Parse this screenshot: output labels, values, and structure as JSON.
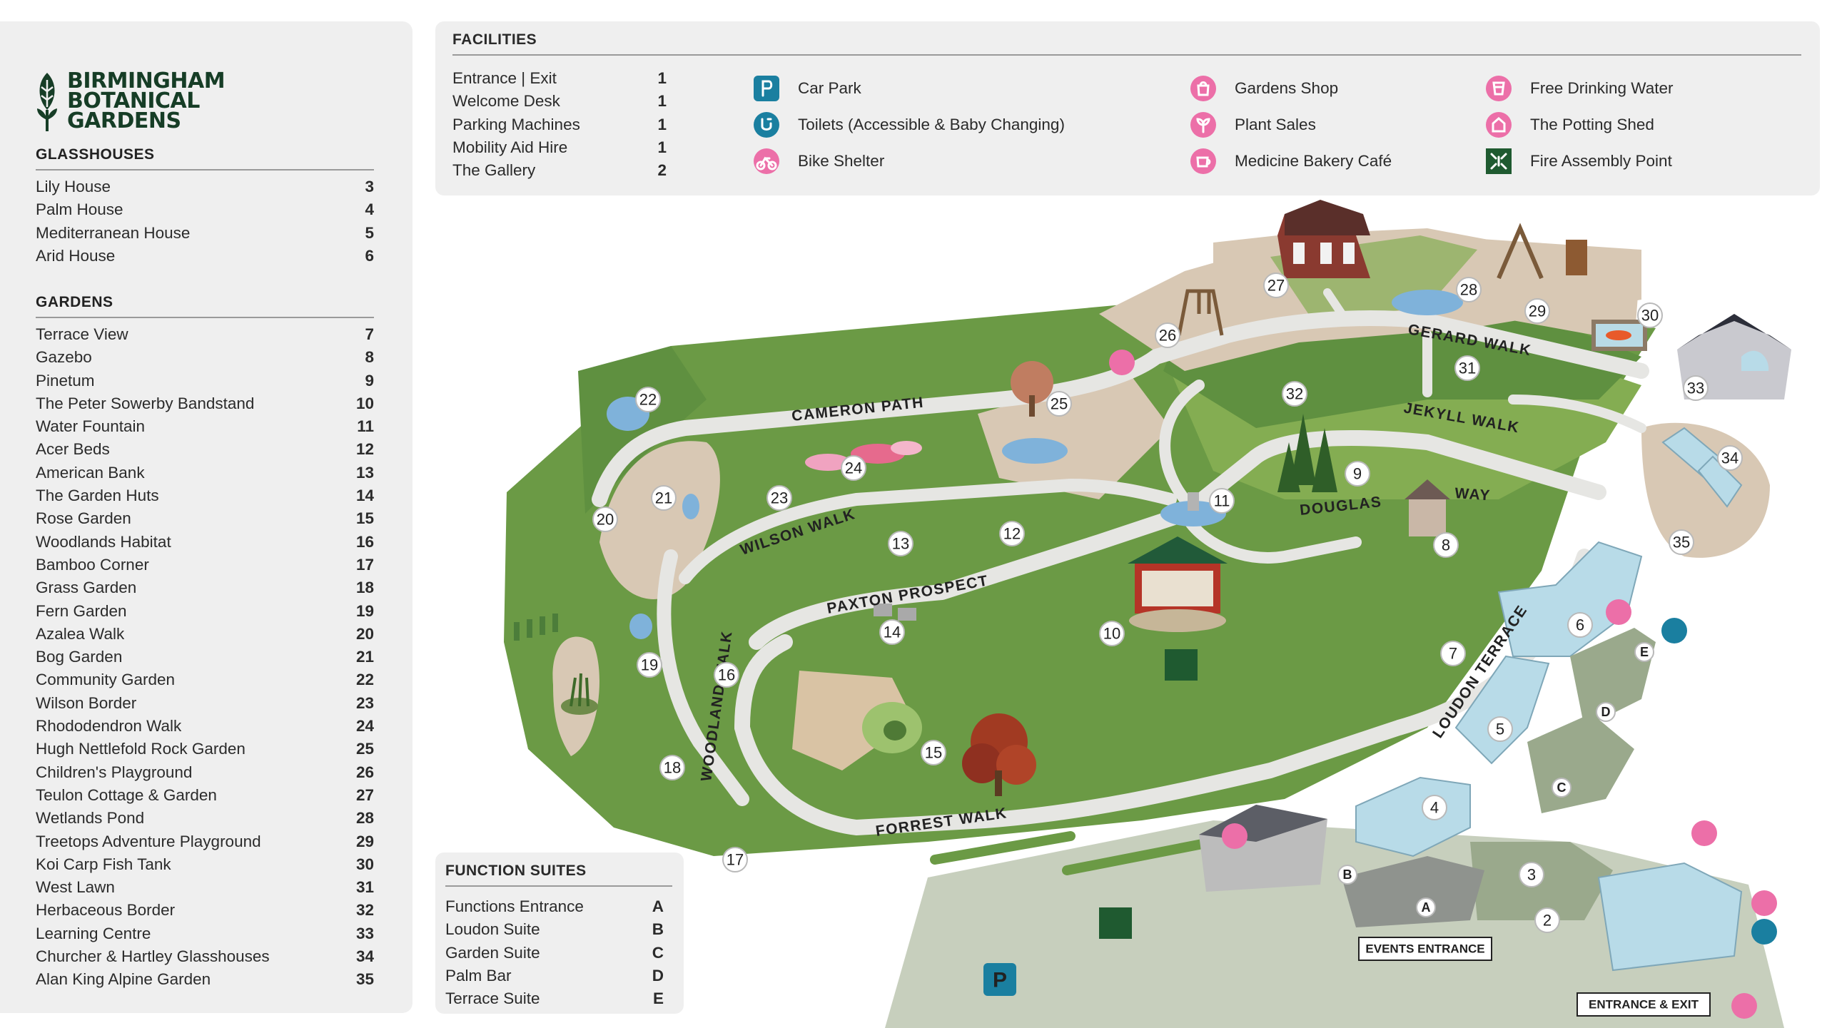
{
  "logo": {
    "line1": "BIRMINGHAM",
    "line2": "BOTANICAL",
    "line3": "GARDENS"
  },
  "glasshouses": {
    "title": "GLASSHOUSES",
    "items": [
      {
        "label": "Lily House",
        "num": "3"
      },
      {
        "label": "Palm House",
        "num": "4"
      },
      {
        "label": "Mediterranean House",
        "num": "5"
      },
      {
        "label": "Arid House",
        "num": "6"
      }
    ]
  },
  "gardens": {
    "title": "GARDENS",
    "items": [
      {
        "label": "Terrace View",
        "num": "7"
      },
      {
        "label": "Gazebo",
        "num": "8"
      },
      {
        "label": "Pinetum",
        "num": "9"
      },
      {
        "label": "The Peter Sowerby Bandstand",
        "num": "10"
      },
      {
        "label": "Water Fountain",
        "num": "11"
      },
      {
        "label": "Acer Beds",
        "num": "12"
      },
      {
        "label": "American Bank",
        "num": "13"
      },
      {
        "label": "The Garden Huts",
        "num": "14"
      },
      {
        "label": "Rose Garden",
        "num": "15"
      },
      {
        "label": "Woodlands Habitat",
        "num": "16"
      },
      {
        "label": "Bamboo Corner",
        "num": "17"
      },
      {
        "label": "Grass Garden",
        "num": "18"
      },
      {
        "label": "Fern Garden",
        "num": "19"
      },
      {
        "label": "Azalea Walk",
        "num": "20"
      },
      {
        "label": "Bog Garden",
        "num": "21"
      },
      {
        "label": "Community Garden",
        "num": "22"
      },
      {
        "label": "Wilson Border",
        "num": "23"
      },
      {
        "label": "Rhododendron Walk",
        "num": "24"
      },
      {
        "label": "Hugh Nettlefold Rock Garden",
        "num": "25"
      },
      {
        "label": "Children's Playground",
        "num": "26"
      },
      {
        "label": "Teulon Cottage & Garden",
        "num": "27"
      },
      {
        "label": "Wetlands Pond",
        "num": "28"
      },
      {
        "label": "Treetops Adventure Playground",
        "num": "29"
      },
      {
        "label": "Koi Carp Fish Tank",
        "num": "30"
      },
      {
        "label": "West Lawn",
        "num": "31"
      },
      {
        "label": "Herbaceous Border",
        "num": "32"
      },
      {
        "label": "Learning Centre",
        "num": "33"
      },
      {
        "label": "Churcher & Hartley Glasshouses",
        "num": "34"
      },
      {
        "label": "Alan King Alpine Garden",
        "num": "35"
      }
    ]
  },
  "facilities": {
    "title": "FACILITIES",
    "items": [
      {
        "label": "Entrance | Exit",
        "num": "1"
      },
      {
        "label": "Welcome Desk",
        "num": "1"
      },
      {
        "label": "Parking Machines",
        "num": "1"
      },
      {
        "label": "Mobility Aid Hire",
        "num": "1"
      },
      {
        "label": "The Gallery",
        "num": "2"
      }
    ],
    "legend_col1": [
      {
        "label": "Car Park",
        "icon": "parking-icon",
        "color": "#1a7fa0"
      },
      {
        "label": "Toilets (Accessible & Baby Changing)",
        "icon": "toilet-icon",
        "color": "#1a7fa0"
      },
      {
        "label": "Bike Shelter",
        "icon": "bike-icon",
        "color": "#ec6fa8"
      }
    ],
    "legend_col2": [
      {
        "label": "Gardens Shop",
        "icon": "shop-bag-icon",
        "color": "#ec6fa8"
      },
      {
        "label": "Plant Sales",
        "icon": "plant-icon",
        "color": "#ec6fa8"
      },
      {
        "label": "Medicine Bakery Café",
        "icon": "cafe-cup-icon",
        "color": "#ec6fa8"
      }
    ],
    "legend_col3": [
      {
        "label": "Free Drinking Water",
        "icon": "water-cup-icon",
        "color": "#ec6fa8"
      },
      {
        "label": "The Potting Shed",
        "icon": "potting-shed-icon",
        "color": "#ec6fa8"
      },
      {
        "label": "Fire Assembly Point",
        "icon": "fire-assembly-icon",
        "color": "#1f5a30"
      }
    ]
  },
  "function_suites": {
    "title": "FUNCTION SUITES",
    "items": [
      {
        "label": "Functions Entrance",
        "num": "A"
      },
      {
        "label": "Loudon Suite",
        "num": "B"
      },
      {
        "label": "Garden Suite",
        "num": "C"
      },
      {
        "label": "Palm Bar",
        "num": "D"
      },
      {
        "label": "Terrace Suite",
        "num": "E"
      }
    ]
  },
  "map": {
    "paths": {
      "cameron": "CAMERON PATH",
      "gerard": "GERARD WALK",
      "jekyll": "JEKYLL WALK",
      "douglas": "DOUGLAS",
      "way": "WAY",
      "wilson": "WILSON WALK",
      "paxton": "PAXTON PROSPECT",
      "woodland": "WOODLAND WALK",
      "forrest": "FORREST WALK",
      "loudon": "LOUDON TERRACE"
    },
    "signs": {
      "events": "EVENTS ENTRANCE",
      "entrance": "ENTRANCE & EXIT"
    },
    "car_park_letter": "P",
    "colors": {
      "lawn": "#6b9a45",
      "lawn_light": "#84ad52",
      "path": "#e6e6e3",
      "sand": "#d8c8b4",
      "water": "#7fb2da",
      "ground": "#c7cfbd",
      "glass": "#b8dbe8"
    },
    "markers": [
      {
        "n": "2"
      },
      {
        "n": "3"
      },
      {
        "n": "4"
      },
      {
        "n": "5"
      },
      {
        "n": "6"
      },
      {
        "n": "7"
      },
      {
        "n": "8"
      },
      {
        "n": "9"
      },
      {
        "n": "10"
      },
      {
        "n": "11"
      },
      {
        "n": "12"
      },
      {
        "n": "13"
      },
      {
        "n": "14"
      },
      {
        "n": "15"
      },
      {
        "n": "16"
      },
      {
        "n": "17"
      },
      {
        "n": "18"
      },
      {
        "n": "19"
      },
      {
        "n": "20"
      },
      {
        "n": "21"
      },
      {
        "n": "22"
      },
      {
        "n": "23"
      },
      {
        "n": "24"
      },
      {
        "n": "25"
      },
      {
        "n": "26"
      },
      {
        "n": "27"
      },
      {
        "n": "28"
      },
      {
        "n": "29"
      },
      {
        "n": "30"
      },
      {
        "n": "31"
      },
      {
        "n": "32"
      },
      {
        "n": "33"
      },
      {
        "n": "34"
      },
      {
        "n": "35"
      }
    ],
    "suite_markers": [
      {
        "n": "A"
      },
      {
        "n": "B"
      },
      {
        "n": "C"
      },
      {
        "n": "D"
      },
      {
        "n": "E"
      }
    ]
  }
}
